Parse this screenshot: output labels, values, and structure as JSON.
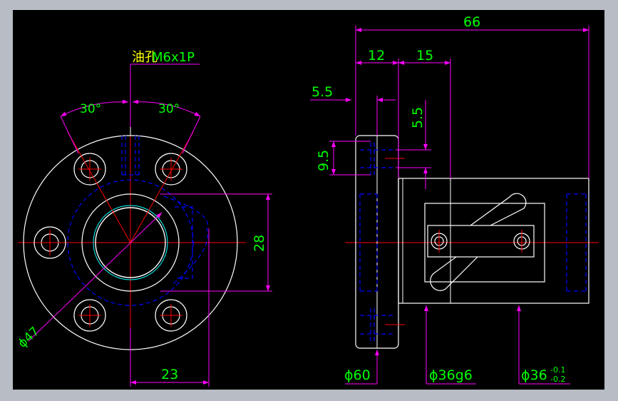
{
  "drawing": {
    "background": "#000000",
    "window_bg": "#b8bcc4",
    "colors": {
      "outline": "#ffffff",
      "dimension": "#ff00ff",
      "dim_text": "#00ff00",
      "centerline": "#ff0000",
      "hidden": "#0000ff",
      "thread": "#00ffff",
      "label_yellow": "#ffff00"
    },
    "front_view": {
      "oil_hole_label": "油孔",
      "thread_label": "M6x1P",
      "angle_left": "30°",
      "angle_right": "30°",
      "dim_28": "28",
      "dim_23": "23",
      "dia_47": "ϕ47"
    },
    "side_view": {
      "dim_66": "66",
      "dim_12": "12",
      "dim_15": "15",
      "dim_5_5_h": "5.5",
      "dim_5_5_v": "5.5",
      "dim_9_5": "9.5",
      "dia_60": "ϕ60",
      "dia_36g6": "ϕ36g6",
      "dia_36": "ϕ36",
      "tol_upper": "-0.1",
      "tol_lower": "-0.2"
    }
  }
}
